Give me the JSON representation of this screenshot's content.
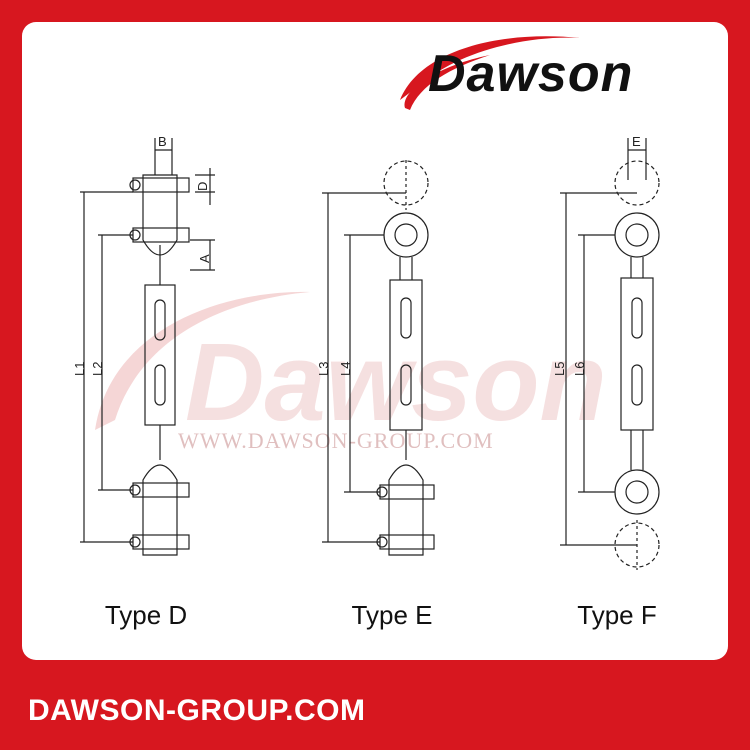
{
  "brand": {
    "logo_text": "Dawson",
    "watermark_url": "WWW.DAWSON-GROUP.COM",
    "footer_url": "DAWSON-GROUP.COM",
    "colors": {
      "frame": "#d7171f",
      "panel": "#ffffff",
      "ink": "#111111",
      "watermark": "#e8b3b3"
    }
  },
  "types": [
    {
      "label": "Type D",
      "dims": [
        "B",
        "D",
        "A",
        "L1",
        "L2"
      ]
    },
    {
      "label": "Type E",
      "dims": [
        "L3",
        "L4"
      ]
    },
    {
      "label": "Type F",
      "dims": [
        "E",
        "L5",
        "L6"
      ]
    }
  ]
}
